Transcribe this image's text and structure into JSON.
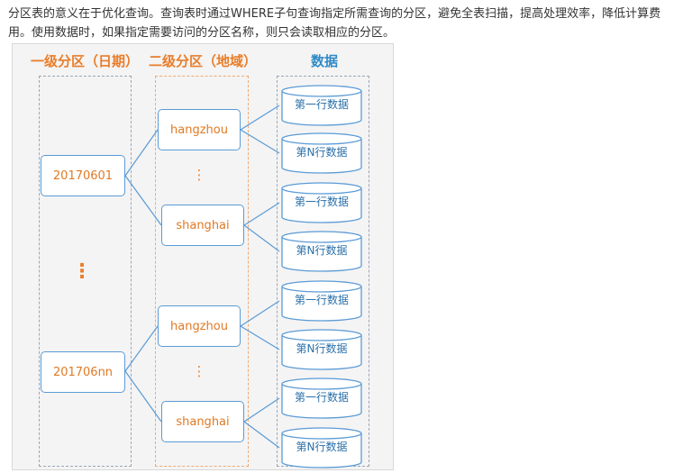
{
  "intro_text": "分区表的意义在于优化查询。查询表时通过WHERE子句查询指定所需查询的分区，避免全表扫描，提高处理效率，降低计算费用。使用数据时，如果指定需要访问的分区名称，则只会读取相应的分区。",
  "diagram": {
    "headers": {
      "level1": "一级分区（日期）",
      "level2": "二级分区（地域）",
      "data": "数据"
    },
    "level1_partitions": [
      "20170601",
      "201706nn"
    ],
    "level2_partitions": [
      "hangzhou",
      "shanghai",
      "hangzhou",
      "shanghai"
    ],
    "data_rows": [
      "第一行数据",
      "第N行数据",
      "第一行数据",
      "第N行数据",
      "第一行数据",
      "第N行数据",
      "第一行数据",
      "第N行数据"
    ],
    "ellipsis_vertical": "⋮",
    "colors": {
      "orange": "#ea7d29",
      "blue": "#2f8ac7",
      "line": "#5b9bd5",
      "dash_gray": "#9aa6b8"
    }
  }
}
